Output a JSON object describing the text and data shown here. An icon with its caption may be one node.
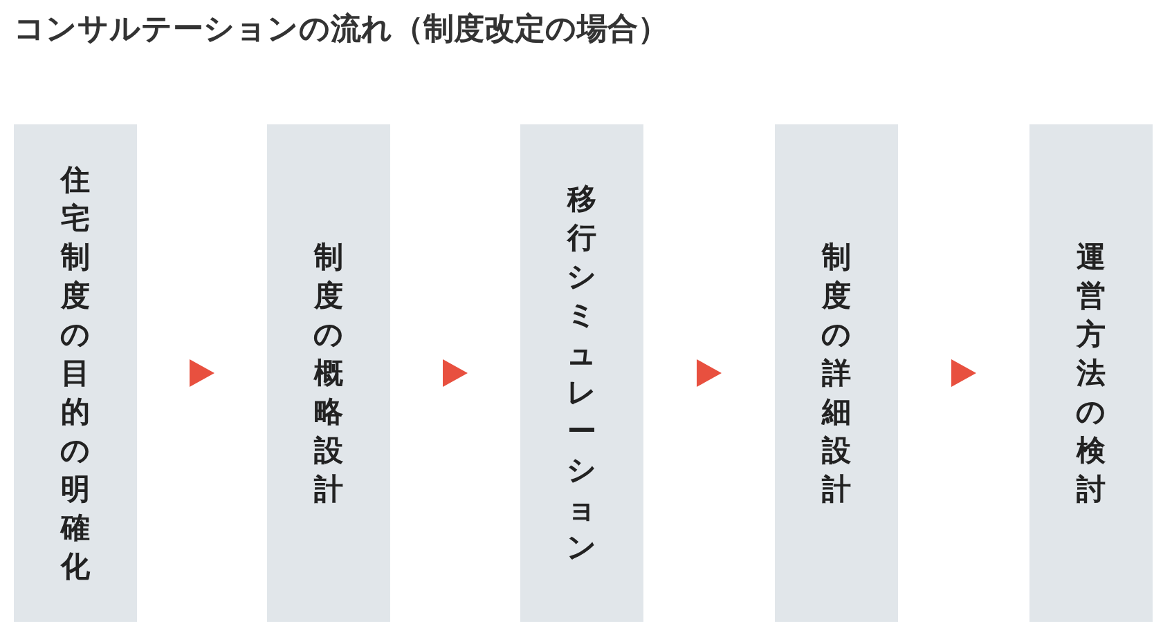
{
  "diagram": {
    "title": "コンサルテーションの流れ（制度改定の場合）",
    "nodes": [
      {
        "text": [
          "住宅制度の目的の明確化"
        ]
      },
      {
        "text": [
          "制度の概略設計"
        ]
      },
      {
        "text": [
          "移行シミュレーション"
        ]
      },
      {
        "text": [
          "制度の詳細設計"
        ]
      },
      {
        "text": [
          "運営方法の検討"
        ]
      }
    ],
    "edges": [
      {
        "from": 0,
        "to": 1,
        "arrow": "to"
      },
      {
        "from": 1,
        "to": 2,
        "arrow": "to"
      },
      {
        "from": 2,
        "to": 3,
        "arrow": "to"
      },
      {
        "from": 3,
        "to": 4,
        "arrow": "to"
      }
    ]
  }
}
